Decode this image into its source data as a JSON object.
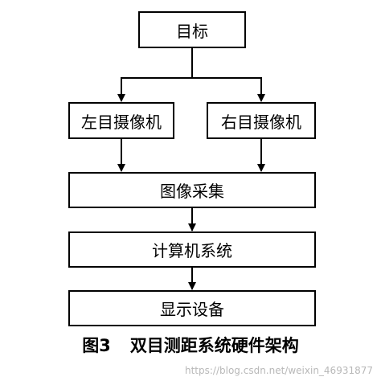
{
  "nodes": {
    "target": "目标",
    "left_camera": "左目摄像机",
    "right_camera": "右目摄像机",
    "image_acquisition": "图像采集",
    "computer_system": "计算机系统",
    "display_device": "显示设备"
  },
  "caption": {
    "figure_number": "图3",
    "title": "双目测距系统硬件架构"
  },
  "watermark": "https://blog.csdn.net/weixin_46931877",
  "colors": {
    "line": "#000000",
    "box_border": "#000000",
    "background": "#ffffff"
  }
}
